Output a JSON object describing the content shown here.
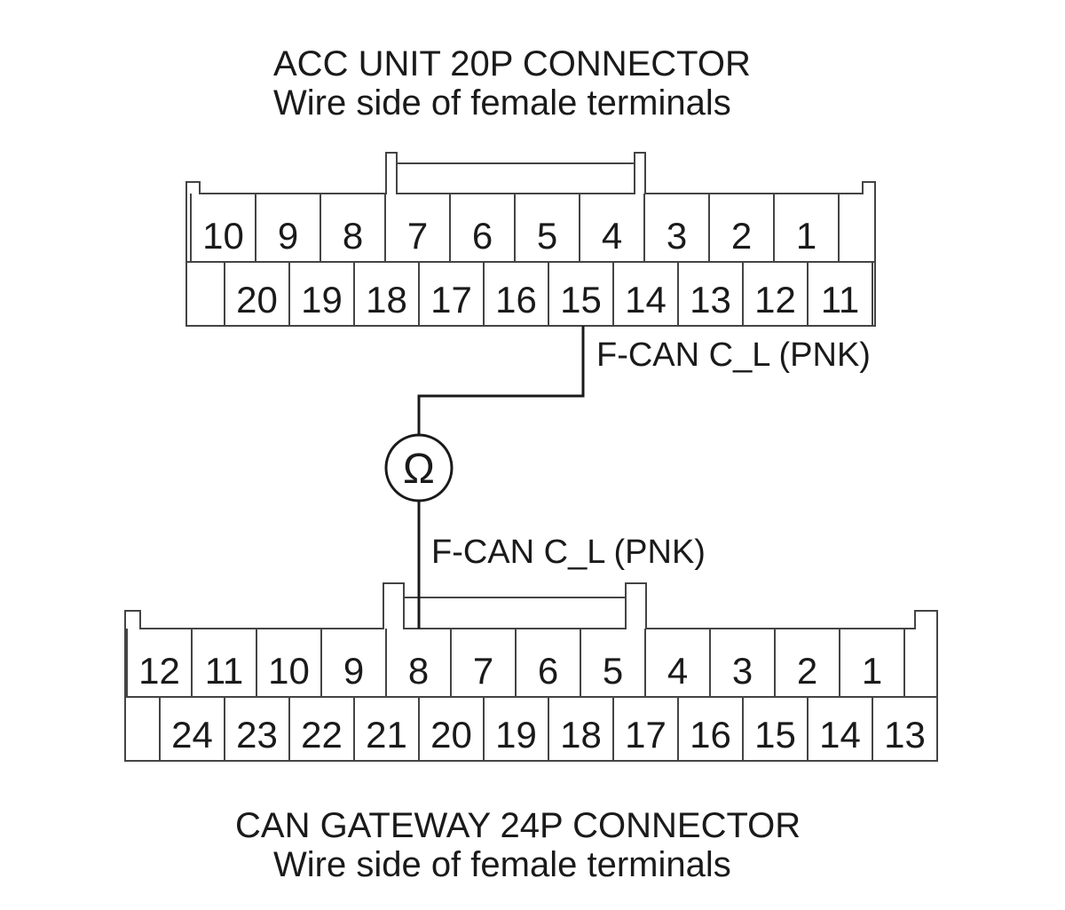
{
  "colors": {
    "ink": "#1a1a1a",
    "outline": "#444444",
    "background": "#ffffff"
  },
  "acc_connector": {
    "title": "ACC UNIT 20P CONNECTOR",
    "subtitle": "Wire side of female terminals",
    "top_row": [
      "10",
      "9",
      "8",
      "7",
      "6",
      "5",
      "4",
      "3",
      "2",
      "1"
    ],
    "bottom_row": [
      "20",
      "19",
      "18",
      "17",
      "16",
      "15",
      "14",
      "13",
      "12",
      "11"
    ],
    "probed_terminal": "15"
  },
  "gateway_connector": {
    "title": "CAN GATEWAY 24P CONNECTOR",
    "subtitle": "Wire side of female terminals",
    "top_row": [
      "12",
      "11",
      "10",
      "9",
      "8",
      "7",
      "6",
      "5",
      "4",
      "3",
      "2",
      "1"
    ],
    "bottom_row": [
      "24",
      "23",
      "22",
      "21",
      "20",
      "19",
      "18",
      "17",
      "16",
      "15",
      "14",
      "13"
    ],
    "probed_terminal": "8"
  },
  "wire_labels": {
    "upper": "F-CAN C_L (PNK)",
    "lower": "F-CAN C_L (PNK)"
  },
  "meter": {
    "symbol": "Ω",
    "icon": "ohmmeter-icon"
  }
}
